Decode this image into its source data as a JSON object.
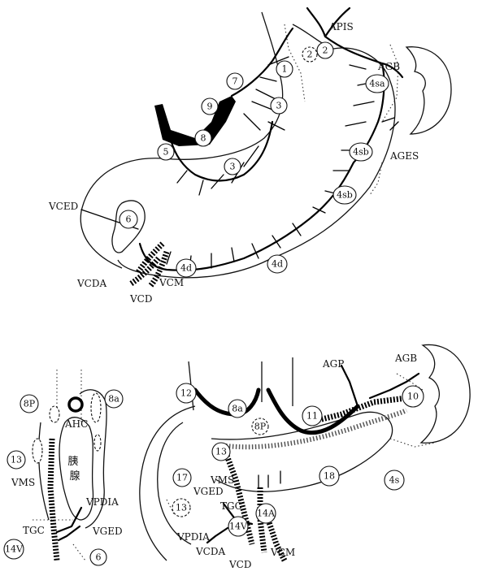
{
  "top_diagram": {
    "labels": {
      "apis": "APIS",
      "agb": "AGB",
      "ages": "AGES",
      "vced": "VCED",
      "vcda": "VCDA",
      "vcd": "VCD",
      "vcm": "VCM"
    },
    "nodes": {
      "n1": "1",
      "n2a": "2",
      "n2b": "2",
      "n3a": "3",
      "n3b": "3",
      "n4sa": "4sa",
      "n4sb_a": "4sb",
      "n4sb_b": "4sb",
      "n4d_a": "4d",
      "n4d_b": "4d",
      "n5": "5",
      "n6": "6",
      "n7": "7",
      "n8": "8",
      "n9": "9"
    }
  },
  "bottom_left_diagram": {
    "labels": {
      "ahc": "AHC",
      "vms": "VMS",
      "vpdia": "VPDIA",
      "tgc": "TGC",
      "vged": "VGED",
      "pancreas": "胰腺"
    },
    "nodes": {
      "n8p": "8P",
      "n8a": "8a",
      "n13": "13",
      "n14v": "14V",
      "n6": "6"
    }
  },
  "bottom_right_diagram": {
    "labels": {
      "agp": "AGP",
      "agb": "AGB",
      "vms": "VMS",
      "vged": "VGED",
      "tgc": "TGC",
      "vpdia": "VPDIA",
      "vcda": "VCDA",
      "vcd": "VCD",
      "vcm": "VCM"
    },
    "nodes": {
      "n12": "12",
      "n8a": "8a",
      "n8p": "8P",
      "n11": "11",
      "n10": "10",
      "n13a": "13",
      "n13b": "13",
      "n17": "17",
      "n18": "18",
      "n14a": "14A",
      "n14v": "14V",
      "n4s": "4s"
    }
  }
}
